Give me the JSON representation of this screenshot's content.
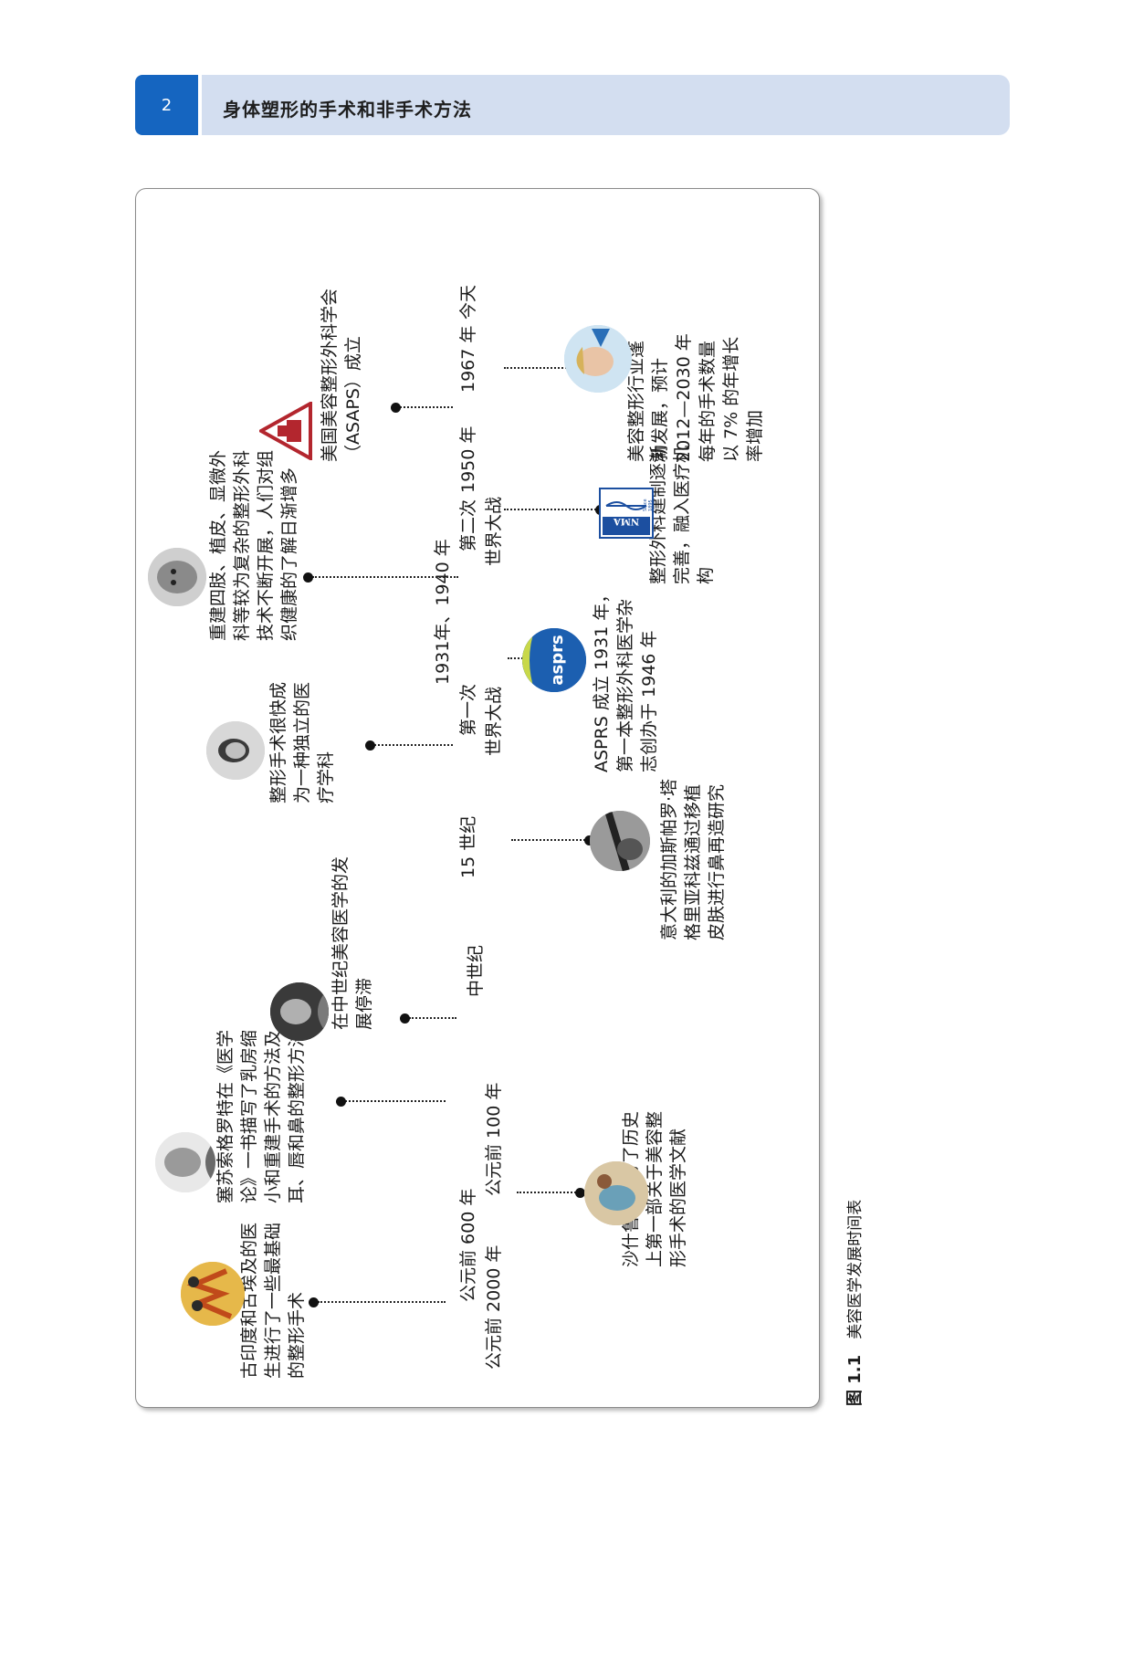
{
  "header": {
    "page_number": "2",
    "title": "身体塑形的手术和非手术方法"
  },
  "timeline": {
    "years": {
      "y1": "公元前 2000 年",
      "y2": "公元前 600 年",
      "y3": "公元前 100 年",
      "y4": "中世纪",
      "y5": "15 世纪",
      "y6a": "第一次",
      "y6b": "世界大战",
      "y7": "1931年、1940 年",
      "y8a": "第二次",
      "y8b": "世界大战",
      "y9": "1950 年",
      "y10": "1967 年",
      "y11": "今天"
    },
    "events": {
      "e1": [
        "古印度和古埃及的医",
        "生进行了一些最基础",
        "的整形手术"
      ],
      "e2": [
        "沙什鲁特编写了历史",
        "上第一部关于美容整",
        "形手术的医学文献"
      ],
      "e3": [
        "塞苏索格罗特在《医学",
        "论》一书描写了乳房缩",
        "小和重建手术的方法及",
        "耳、唇和鼻的整形方法"
      ],
      "e4": [
        "在中世纪美容医学的发",
        "展停滞"
      ],
      "e5": [
        "意大利的加斯帕罗·塔",
        "格里亚科兹通过移植",
        "皮肤进行鼻再造研究"
      ],
      "e6": [
        "整形手术很快成",
        "为一种独立的医",
        "疗学科"
      ],
      "e7": [
        "ASPRS 成立 1931 年，",
        "第一本整形外科医学杂",
        "志创办于 1946 年"
      ],
      "e8": [
        "重建四肢、植皮、显微外",
        "科等较为复杂的整形外科",
        "技术不断开展，人们对组",
        "织健康的了解日渐增多"
      ],
      "e9": [
        "整形外科建制逐渐",
        "完善，融入医疗机",
        "构"
      ],
      "e10": [
        "美国美容整形外科学会",
        "（ASAPS）成立"
      ],
      "e11": [
        "美容整形行业蓬",
        "勃发展，预计",
        "2012—2030 年",
        "每年的手术数量",
        "以 7% 的年增长",
        "率增加"
      ]
    },
    "logos": {
      "asprs": "asprs",
      "nma": "NMA",
      "nma_sub": "Since 1895"
    }
  },
  "caption": {
    "label": "图 1.1",
    "text": "美容医学发展时间表"
  },
  "colors": {
    "header_blue": "#1565c0",
    "header_band": "#d3def0"
  }
}
